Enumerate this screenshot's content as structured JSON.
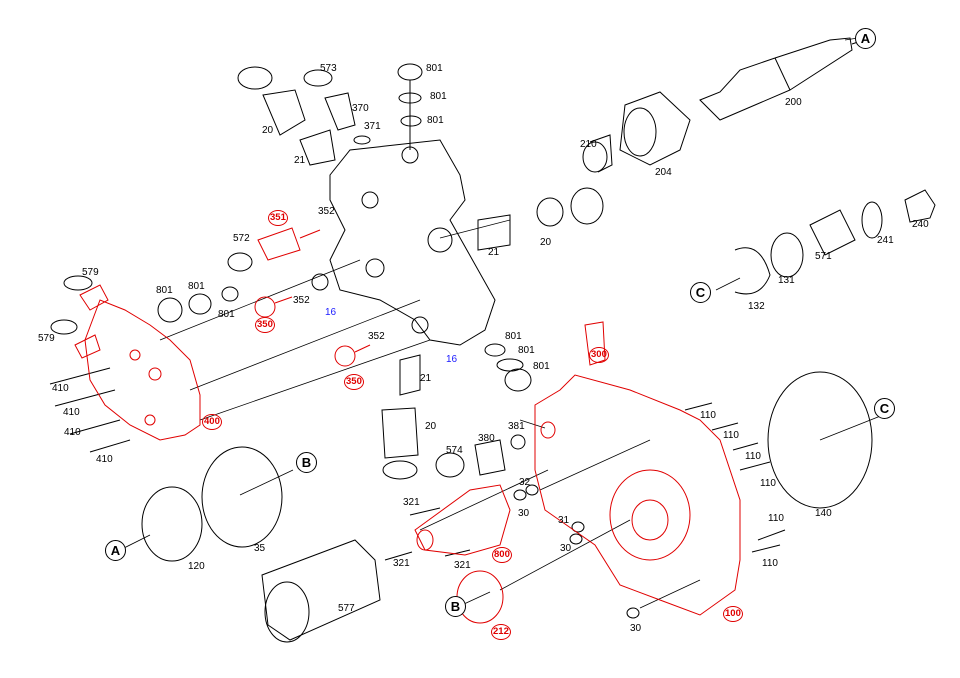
{
  "colors": {
    "part": "#000000",
    "highlight": "#e00000",
    "blue_ref": "#1a1aff"
  },
  "callouts": [
    {
      "number": "801",
      "style": "plain"
    },
    {
      "number": "801",
      "style": "plain"
    },
    {
      "number": "801",
      "style": "plain"
    },
    {
      "number": "573",
      "style": "plain"
    },
    {
      "number": "370",
      "style": "plain"
    },
    {
      "number": "371",
      "style": "plain"
    },
    {
      "number": "20",
      "style": "plain"
    },
    {
      "number": "21",
      "style": "plain"
    },
    {
      "number": "A",
      "style": "circle"
    },
    {
      "number": "200",
      "style": "plain"
    },
    {
      "number": "210",
      "style": "plain"
    },
    {
      "number": "204",
      "style": "plain"
    },
    {
      "number": "351",
      "style": "red"
    },
    {
      "number": "352",
      "style": "plain"
    },
    {
      "number": "572",
      "style": "plain"
    },
    {
      "number": "21",
      "style": "plain"
    },
    {
      "number": "20",
      "style": "plain"
    },
    {
      "number": "240",
      "style": "plain"
    },
    {
      "number": "241",
      "style": "plain"
    },
    {
      "number": "571",
      "style": "plain"
    },
    {
      "number": "131",
      "style": "plain"
    },
    {
      "number": "C",
      "style": "circle"
    },
    {
      "number": "132",
      "style": "plain"
    },
    {
      "number": "579",
      "style": "plain"
    },
    {
      "number": "579",
      "style": "plain"
    },
    {
      "number": "801",
      "style": "plain"
    },
    {
      "number": "801",
      "style": "plain"
    },
    {
      "number": "801",
      "style": "plain"
    },
    {
      "number": "350",
      "style": "red"
    },
    {
      "number": "352",
      "style": "plain"
    },
    {
      "number": "16",
      "style": "blue"
    },
    {
      "number": "352",
      "style": "plain"
    },
    {
      "number": "350",
      "style": "red"
    },
    {
      "number": "21",
      "style": "plain"
    },
    {
      "number": "16",
      "style": "blue"
    },
    {
      "number": "801",
      "style": "plain"
    },
    {
      "number": "801",
      "style": "plain"
    },
    {
      "number": "801",
      "style": "plain"
    },
    {
      "number": "300",
      "style": "red"
    },
    {
      "number": "410",
      "style": "plain"
    },
    {
      "number": "410",
      "style": "plain"
    },
    {
      "number": "410",
      "style": "plain"
    },
    {
      "number": "410",
      "style": "plain"
    },
    {
      "number": "400",
      "style": "red"
    },
    {
      "number": "20",
      "style": "plain"
    },
    {
      "number": "381",
      "style": "plain"
    },
    {
      "number": "380",
      "style": "plain"
    },
    {
      "number": "574",
      "style": "plain"
    },
    {
      "number": "110",
      "style": "plain"
    },
    {
      "number": "110",
      "style": "plain"
    },
    {
      "number": "110",
      "style": "plain"
    },
    {
      "number": "110",
      "style": "plain"
    },
    {
      "number": "110",
      "style": "plain"
    },
    {
      "number": "110",
      "style": "plain"
    },
    {
      "number": "C",
      "style": "circle"
    },
    {
      "number": "140",
      "style": "plain"
    },
    {
      "number": "B",
      "style": "circle"
    },
    {
      "number": "A",
      "style": "circle"
    },
    {
      "number": "120",
      "style": "plain"
    },
    {
      "number": "35",
      "style": "plain"
    },
    {
      "number": "321",
      "style": "plain"
    },
    {
      "number": "32",
      "style": "plain"
    },
    {
      "number": "30",
      "style": "plain"
    },
    {
      "number": "31",
      "style": "plain"
    },
    {
      "number": "30",
      "style": "plain"
    },
    {
      "number": "321",
      "style": "plain"
    },
    {
      "number": "800",
      "style": "red"
    },
    {
      "number": "321",
      "style": "plain"
    },
    {
      "number": "577",
      "style": "plain"
    },
    {
      "number": "B",
      "style": "circle"
    },
    {
      "number": "212",
      "style": "red"
    },
    {
      "number": "100",
      "style": "red"
    },
    {
      "number": "30",
      "style": "plain"
    }
  ]
}
